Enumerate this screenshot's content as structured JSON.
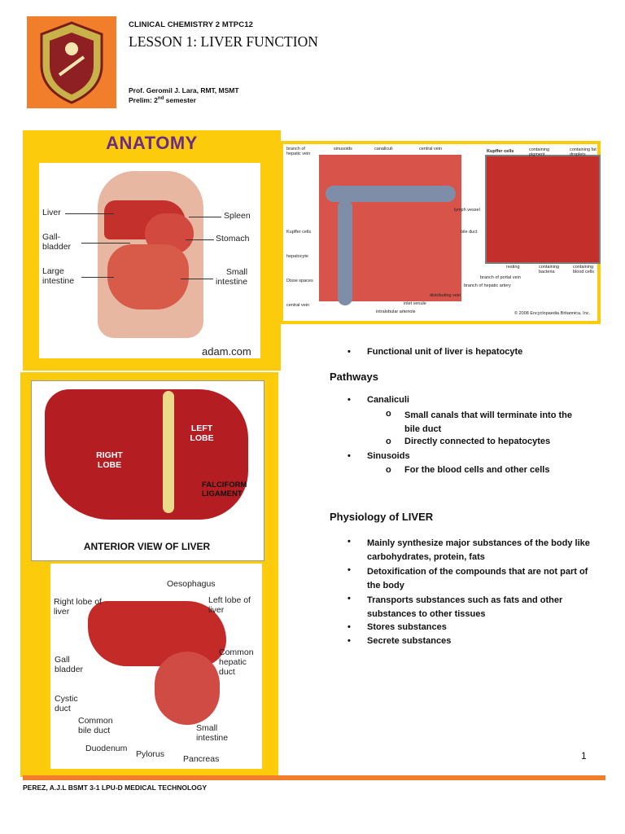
{
  "header": {
    "course": "CLINICAL CHEMISTRY 2   MTPC12",
    "title": "LESSON 1:  LIVER FUNCTION",
    "professor": "Prof. Geromil J. Lara, RMT, MSMT",
    "term_prefix": "Prelim: 2",
    "term_sup": "nd",
    "term_suffix": " semester"
  },
  "anatomy_panel": {
    "title": "ANATOMY",
    "labels": [
      "Liver",
      "Gall-\nbladder",
      "Large\nintestine",
      "Spleen",
      "Stomach",
      "Small\nintestine"
    ],
    "credit": "adam.com"
  },
  "lobule_figure": {
    "labels": [
      "branch of hepatic vein",
      "sinusoids",
      "canaliculi",
      "central vein",
      "Kupffer cells",
      "hepatocyte",
      "Disse spaces",
      "central vein",
      "lymph vessel",
      "bile duct",
      "branch of portal vein",
      "branch of hepatic artery",
      "distributing vein",
      "inlet venule",
      "intralobular arteriole"
    ],
    "zoom_labels": [
      "Kupffer cells",
      "containing pigment",
      "containing fat droplets",
      "resting",
      "containing bacteria",
      "containing blood cells"
    ],
    "credit": "© 2008 Encyclopaedia Britannica, Inc."
  },
  "liver_view": {
    "left_lobe": "LEFT LOBE",
    "right_lobe": "RIGHT LOBE",
    "ligament": "FALCIFORM LIGAMENT",
    "caption": "ANTERIOR VIEW OF LIVER"
  },
  "biliary_figure": {
    "labels": [
      "Oesophagus",
      "Right lobe of liver",
      "Left lobe of liver",
      "Gall bladder",
      "Common hepatic duct",
      "Cystic duct",
      "Common bile duct",
      "Duodenum",
      "Pylorus",
      "Pancreas",
      "Small intestine"
    ]
  },
  "content": {
    "intro_bullet": "Functional unit of liver is hepatocyte",
    "pathways_heading": "Pathways",
    "pathways": [
      {
        "label": "Canaliculi",
        "sub": [
          "Small canals that will terminate into the bile duct",
          "Directly connected to hepatocytes"
        ]
      },
      {
        "label": "Sinusoids",
        "sub": [
          "For the blood cells and other cells"
        ]
      }
    ],
    "physiology_heading": "Physiology of LIVER",
    "physiology": [
      "Mainly synthesize major substances of the body like carbohydrates, protein, fats",
      "Detoxification of the compounds that are not part of the body",
      "Transports substances such as fats and other substances to other tissues",
      "Stores substances",
      "Secrete substances"
    ]
  },
  "page_number": "1",
  "footer": "PEREZ, A.J.L  BSMT 3-1 LPU-D MEDICAL TECHNOLOGY",
  "colors": {
    "accent_orange": "#f07e2b",
    "panel_yellow": "#fccb0b",
    "title_purple": "#6a2c84"
  }
}
